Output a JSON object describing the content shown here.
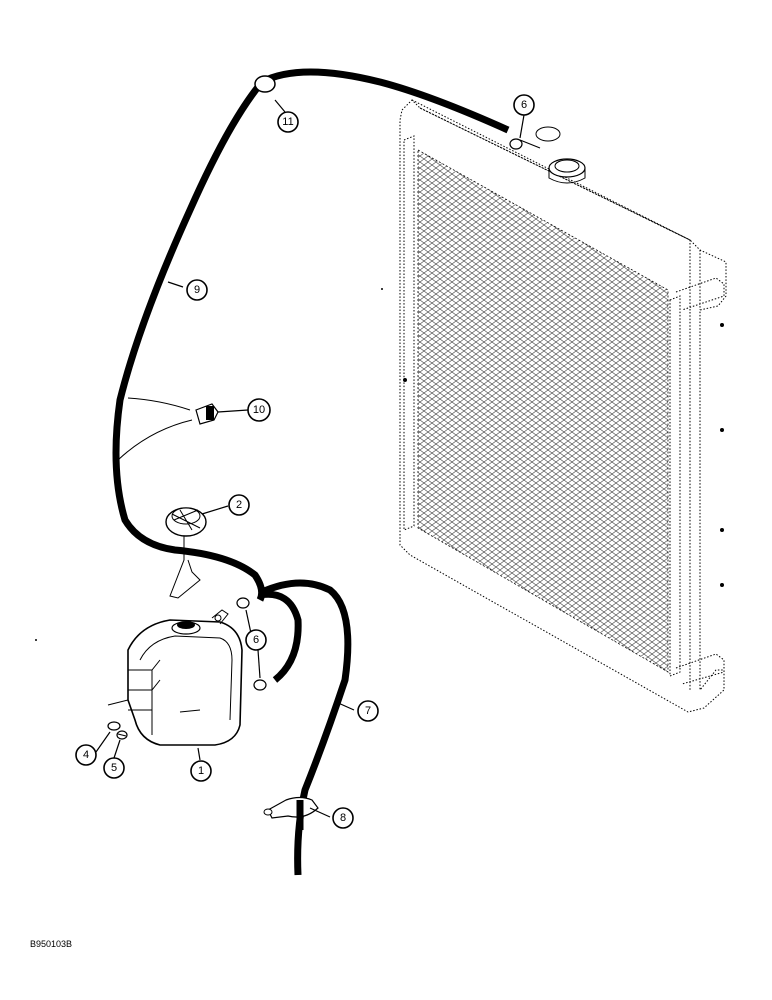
{
  "doc_id": "B950103B",
  "callouts": {
    "c1": "1",
    "c2": "2",
    "c4": "4",
    "c5": "5",
    "c6_top": "6",
    "c6_bottom": "6",
    "c7": "7",
    "c8": "8",
    "c9": "9",
    "c10": "10",
    "c11": "11"
  }
}
